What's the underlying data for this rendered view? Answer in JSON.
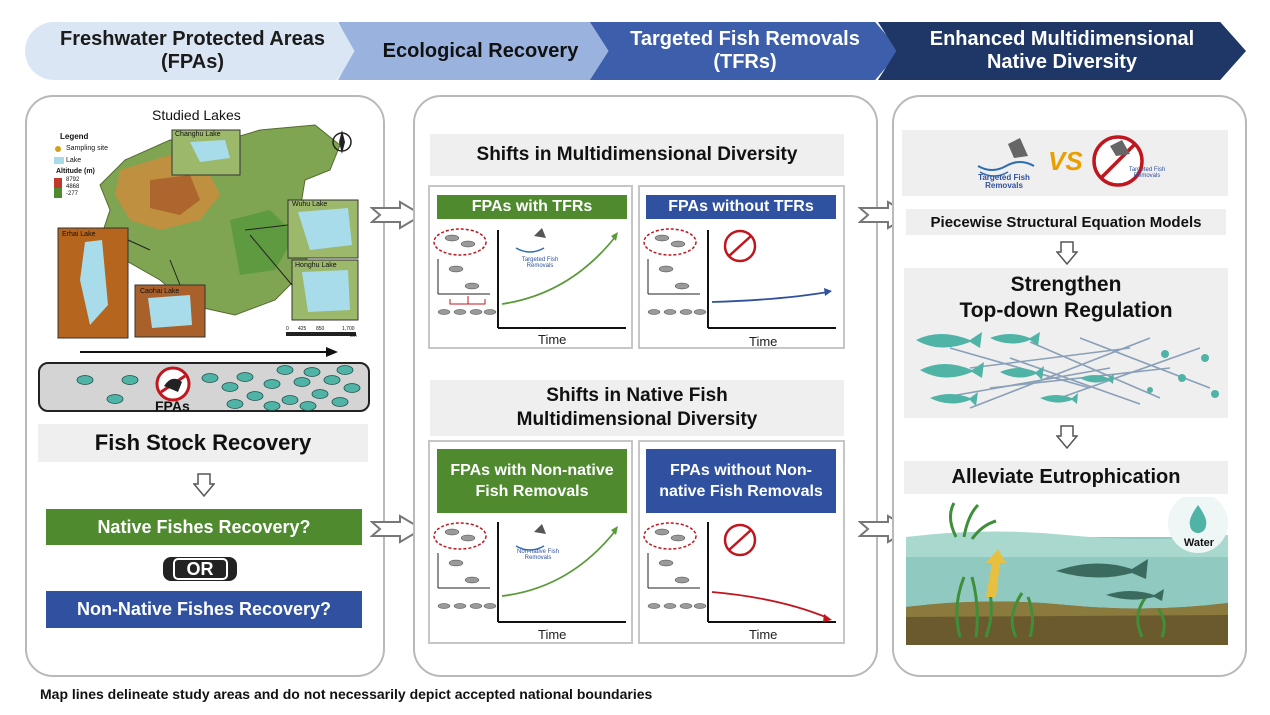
{
  "banner": {
    "step1": "Freshwater Protected Areas (FPAs)",
    "step2": "Ecological Recovery",
    "step3": "Targeted Fish Removals (TFRs)",
    "step4": "Enhanced Multidimensional Native Diversity"
  },
  "left_panel": {
    "map_title": "Studied Lakes",
    "legend_title": "Legend",
    "legend_sampling": "Sampling site",
    "legend_lake": "Lake",
    "legend_altitude": "Altitude (m)",
    "altitude_values": [
      "8792",
      "4868",
      "-277"
    ],
    "lakes": [
      "Changhu Lake",
      "Wuhu Lake",
      "Erhai Lake",
      "Caohai Lake",
      "Honghu Lake"
    ],
    "scale_labels": [
      "0",
      "425",
      "850",
      "1,700",
      "km"
    ],
    "fpa_label": "FPAs",
    "fish_stock": "Fish Stock Recovery",
    "native_question": "Native Fishes Recovery?",
    "or_label": "OR",
    "nonnative_question": "Non-Native Fishes Recovery?"
  },
  "middle_panel": {
    "top_title": "Shifts in Multidimensional Diversity",
    "with_tfrs": "FPAs with TFRs",
    "without_tfrs": "FPAs without TFRs",
    "tfr_logo": "Targeted Fish Removals",
    "time_label": "Time",
    "bottom_title_l1": "Shifts in Native Fish",
    "bottom_title_l2": "Multidimensional Diversity",
    "with_nonnative": "FPAs with Non-native Fish Removals",
    "without_nonnative": "FPAs without Non-native Fish Removals",
    "nonnative_logo": "Non-native Fish Removals"
  },
  "right_panel": {
    "tfr_logo": "Targeted Fish Removals",
    "vs_label": "VS",
    "no_tfr_logo": "Targeted Fish Removals",
    "sem_label": "Piecewise Structural Equation Models",
    "regulation_l1": "Strengthen",
    "regulation_l2": "Top-down Regulation",
    "eutrophication": "Alleviate Eutrophication",
    "water_label": "Water"
  },
  "footer": "Map lines delineate study areas and do not necessarily depict accepted national boundaries",
  "colors": {
    "green": "#4f8a2f",
    "blue": "#2f51a0",
    "navy": "#1f3766",
    "teal_fish": "#4fb3a6",
    "red_curve": "#c0171f"
  }
}
